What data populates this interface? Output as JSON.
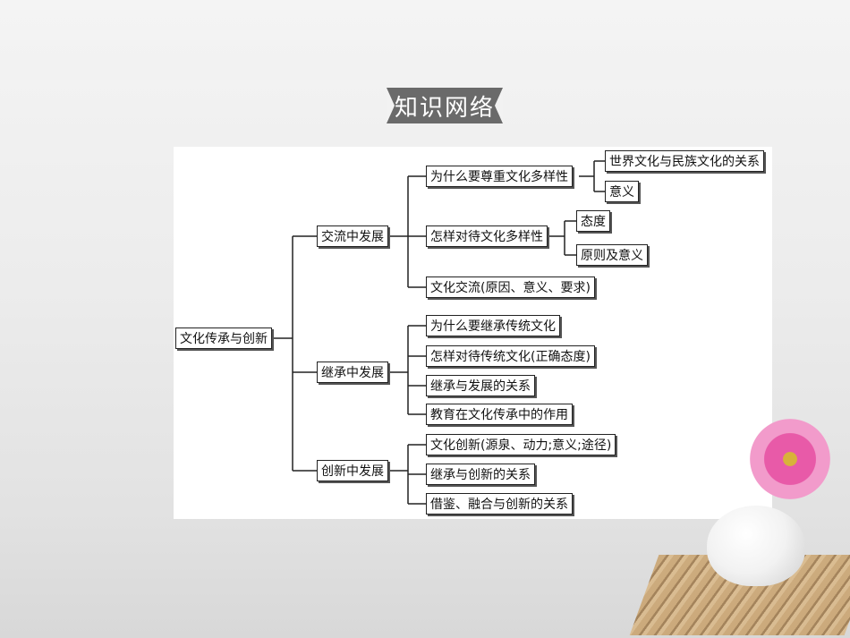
{
  "header": {
    "title": "知识网络"
  },
  "diagram": {
    "root": "文化传承与创新",
    "branches": [
      {
        "label": "交流中发展",
        "children": [
          {
            "label": "为什么要尊重文化多样性",
            "children": [
              "世界文化与民族文化的关系",
              "意义"
            ]
          },
          {
            "label": "怎样对待文化多样性",
            "children": [
              "态度",
              "原则及意义"
            ]
          },
          {
            "label": "文化交流(原因、意义、要求)"
          }
        ]
      },
      {
        "label": "继承中发展",
        "children": [
          {
            "label": "为什么要继承传统文化"
          },
          {
            "label": "怎样对待传统文化(正确态度)"
          },
          {
            "label": "继承与发展的关系"
          },
          {
            "label": "教育在文化传承中的作用"
          }
        ]
      },
      {
        "label": "创新中发展",
        "children": [
          {
            "label": "文化创新(源泉、动力;意义;途径)"
          },
          {
            "label": "继承与创新的关系"
          },
          {
            "label": "借鉴、融合与创新的关系"
          }
        ]
      }
    ]
  }
}
